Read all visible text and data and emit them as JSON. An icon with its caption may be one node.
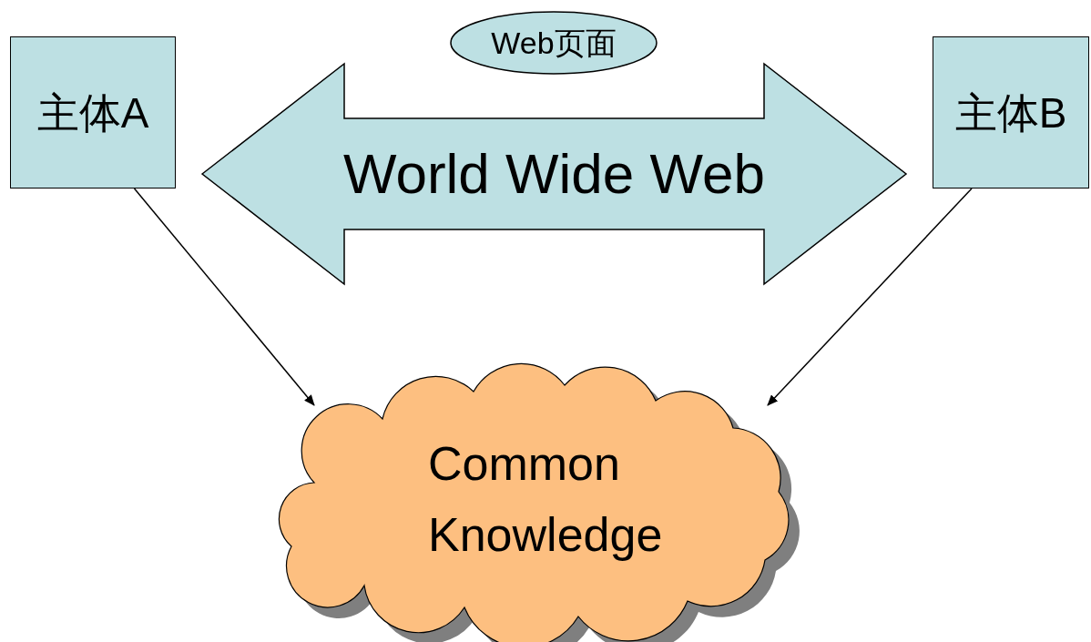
{
  "diagram": {
    "nodes": [
      {
        "text": [
          "主体A"
        ]
      },
      {
        "text": [
          "Web页面"
        ]
      },
      {
        "text": [
          "World Wide Web"
        ]
      },
      {
        "text": [
          "主体B"
        ]
      },
      {
        "text": [
          "Common Knowledge"
        ]
      }
    ],
    "edges": [
      {
        "from": 0,
        "to": 4,
        "arrow": "to"
      },
      {
        "from": 3,
        "to": 4,
        "arrow": "to"
      }
    ]
  }
}
